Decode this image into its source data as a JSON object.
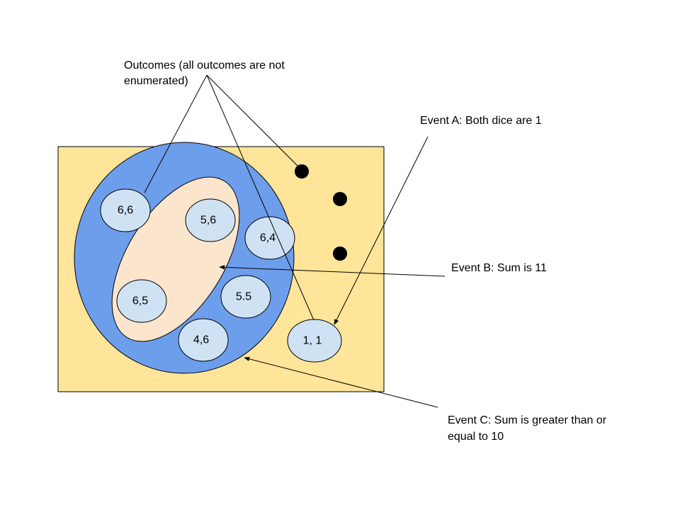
{
  "labels": {
    "outcomes_line1": "Outcomes (all outcomes are not",
    "outcomes_line2": "enumerated)",
    "event_a": "Event A: Both dice are 1",
    "event_b": "Event B: Sum is 11",
    "event_c_line1": "Event C: Sum is greater than or",
    "event_c_line2": "equal to 10"
  },
  "outcomes": {
    "o66": "6,6",
    "o56": "5,6",
    "o64": "6,4",
    "o65": "6,5",
    "o55": "5.5",
    "o46": "4,6",
    "o11": "1, 1"
  },
  "colors": {
    "sample_space": "#ffe599",
    "event_c": "#6d9eeb",
    "event_b": "#fce5cd",
    "outcome": "#cfe2f3",
    "dot": "#000000"
  }
}
